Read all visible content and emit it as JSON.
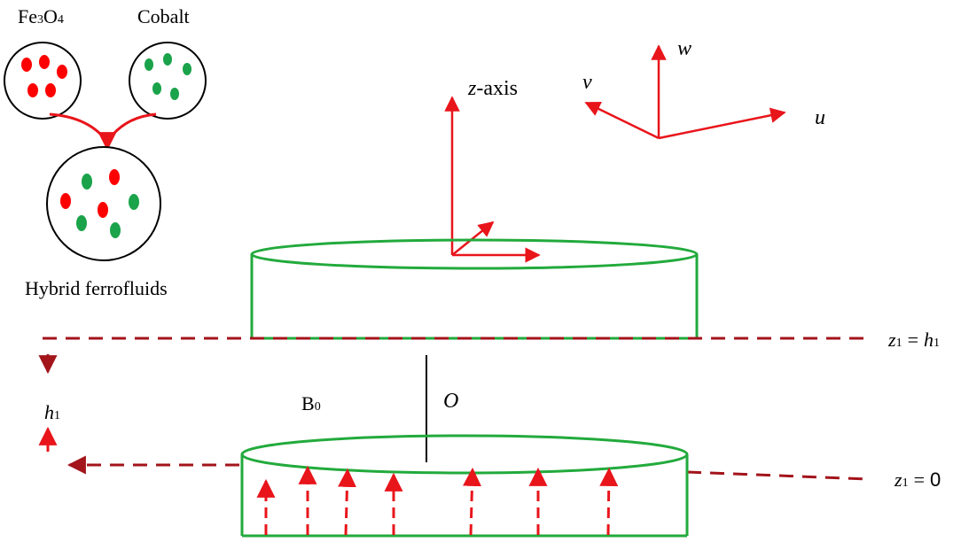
{
  "colors": {
    "fe3o4_particle": "#ff0000",
    "cobalt_particle": "#1aa34a",
    "disk_outline": "#22aa3c",
    "axis_arrow": "#e8151b",
    "dashed_line": "#a3141b",
    "flow_arrow": "#e8151b",
    "text": "#000000"
  },
  "labels": {
    "fe3o4_base": "Fe",
    "fe3o4_sub1": "3",
    "fe3o4_mid": "O",
    "fe3o4_sub2": "4",
    "cobalt": "Cobalt",
    "hybrid": "Hybrid ferrofluids",
    "z_axis_var": "z",
    "z_axis_suffix": "-axis",
    "w": "w",
    "v": "v",
    "u": "u",
    "b0_base": "B",
    "b0_sub": "0",
    "origin": "O",
    "h1_base": "h",
    "h1_sub": "1",
    "top_eq_left_var": "z",
    "top_eq_left_sub": "1",
    "top_eq_sign": "=",
    "top_eq_right_var": "h",
    "top_eq_right_sub": "1",
    "bottom_eq_left_var": "z",
    "bottom_eq_left_sub": "1",
    "bottom_eq_sign": "=",
    "bottom_eq_value": "0"
  }
}
